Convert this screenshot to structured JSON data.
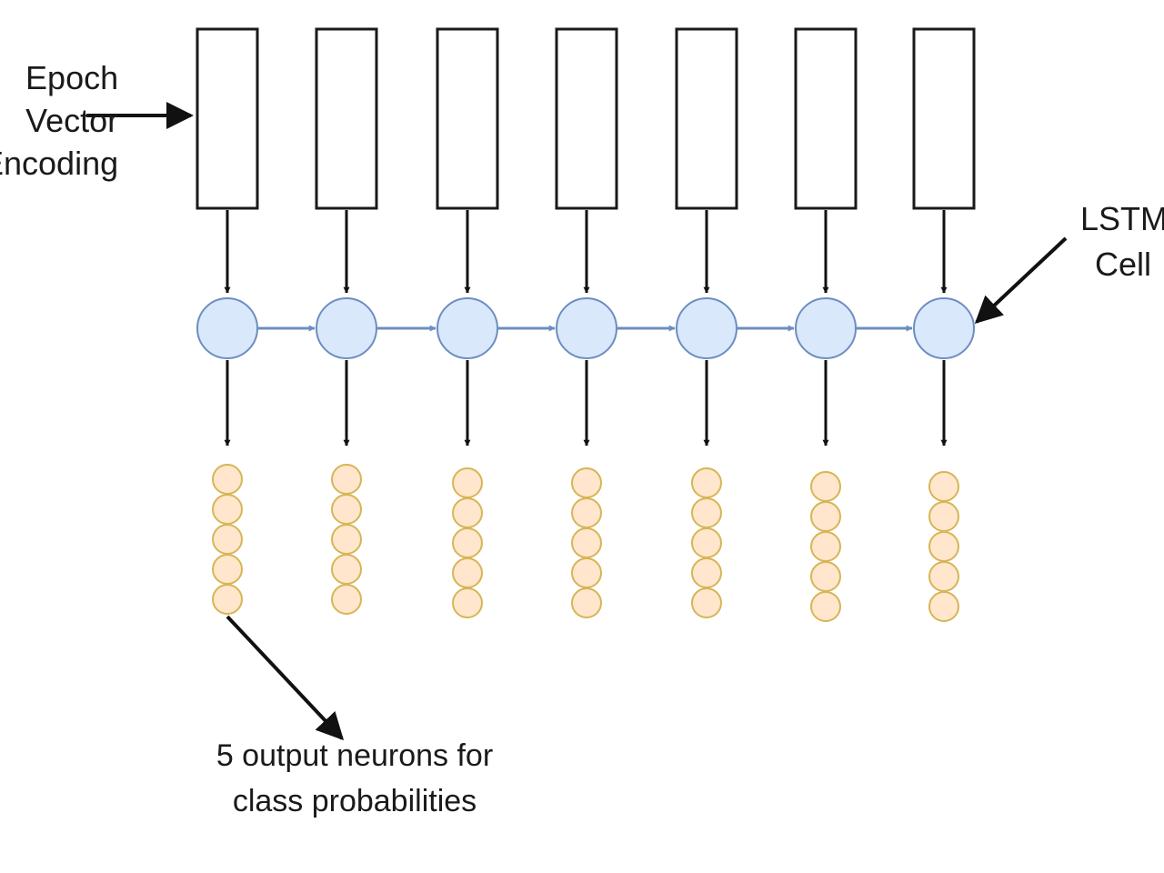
{
  "labels": {
    "input": [
      "Epoch",
      "Vector",
      "Encoding"
    ],
    "lstm": [
      "LSTM",
      "Cell"
    ],
    "output": [
      "5 output neurons for",
      "class probabilities"
    ]
  },
  "structure": {
    "timesteps": 7,
    "outputs_per_step": 5
  },
  "colors": {
    "box_stroke": "#1a1a1a",
    "cell_fill": "#dae8fc",
    "cell_stroke": "#6c8ebf",
    "recurrent_arrow": "#6c8ebf",
    "neuron_fill": "#ffe6cc",
    "neuron_stroke": "#d6b656",
    "arrow": "#111111"
  }
}
